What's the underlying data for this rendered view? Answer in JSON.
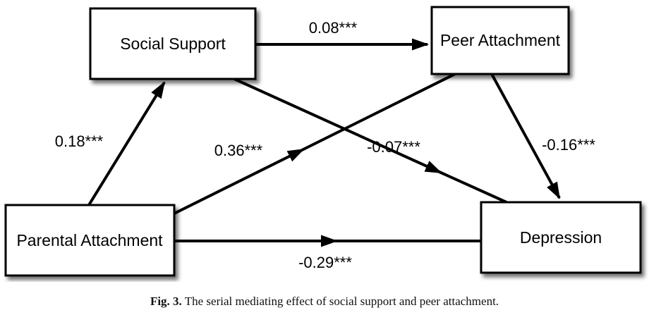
{
  "figure": {
    "nodes": [
      {
        "id": "social-support",
        "label": "Social Support"
      },
      {
        "id": "peer-attachment",
        "label": "Peer Attachment"
      },
      {
        "id": "parental-attachment",
        "label": "Parental Attachment"
      },
      {
        "id": "depression",
        "label": "Depression"
      }
    ],
    "edges": [
      {
        "from": "Social Support",
        "to": "Peer Attachment",
        "label": "0.08***"
      },
      {
        "from": "Parental Attachment",
        "to": "Social Support",
        "label": "0.18***"
      },
      {
        "from": "Parental Attachment",
        "to": "Peer Attachment",
        "label": "0.36***"
      },
      {
        "from": "Social Support",
        "to": "Depression",
        "label": "-0.07***"
      },
      {
        "from": "Peer Attachment",
        "to": "Depression",
        "label": "-0.16***"
      },
      {
        "from": "Parental Attachment",
        "to": "Depression",
        "label": "-0.29***"
      }
    ],
    "caption": {
      "label": "Fig. 3.",
      "text": "The serial mediating effect of social support and peer attachment."
    },
    "colors": {
      "line": "#000000",
      "box_fill": "#ffffff",
      "background": "#ffffff"
    }
  }
}
